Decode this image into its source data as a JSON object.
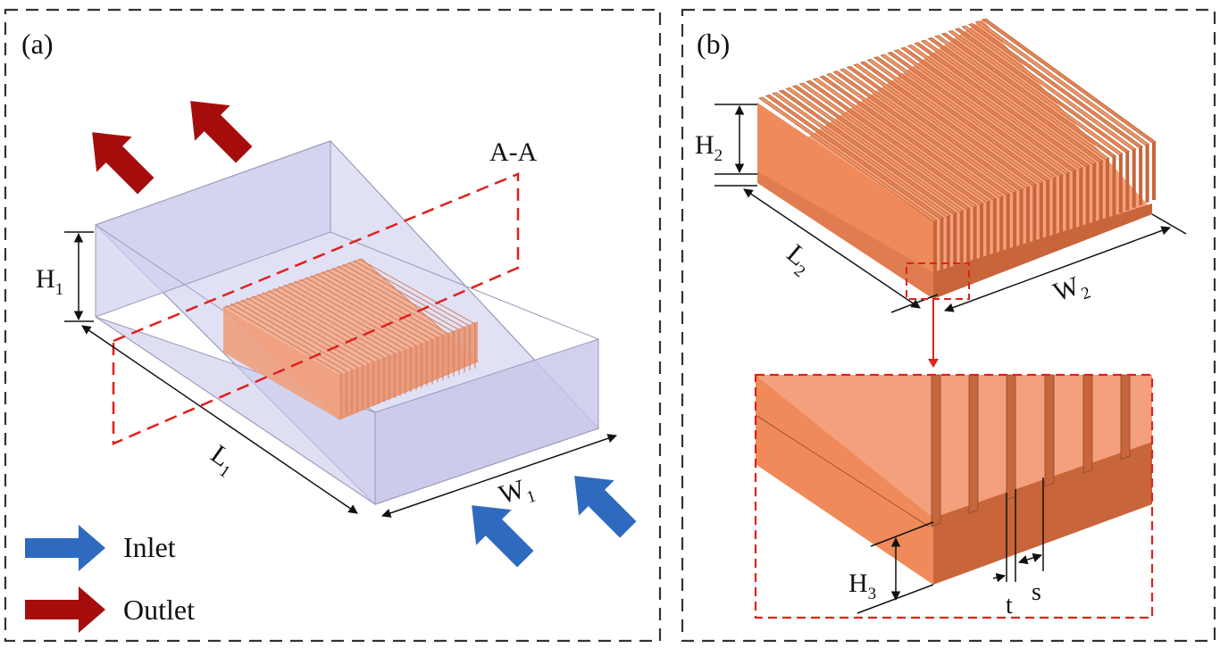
{
  "panel_a": {
    "label": "(a)",
    "section_label": "A-A",
    "dims": {
      "h": "H",
      "h_sub": "1",
      "l": "L",
      "l_sub": "1",
      "w": "W",
      "w_sub": "1"
    }
  },
  "panel_b": {
    "label": "(b)",
    "dims": {
      "h2": "H",
      "h2_sub": "2",
      "l2": "L",
      "l2_sub": "2",
      "w2": "W",
      "w2_sub": "2",
      "h3": "H",
      "h3_sub": "3",
      "t": "t",
      "s": "s"
    }
  },
  "legend": {
    "inlet": "Inlet",
    "outlet": "Outlet"
  },
  "colors": {
    "inlet_arrow": "#2e6bbf",
    "outlet_arrow": "#a50d0d",
    "copper": "#f08a5a",
    "copper_dark": "#c8653a",
    "box_fill": "#d9d9f5",
    "section_dash": "#e0211c",
    "frame_dash": "#333333"
  }
}
